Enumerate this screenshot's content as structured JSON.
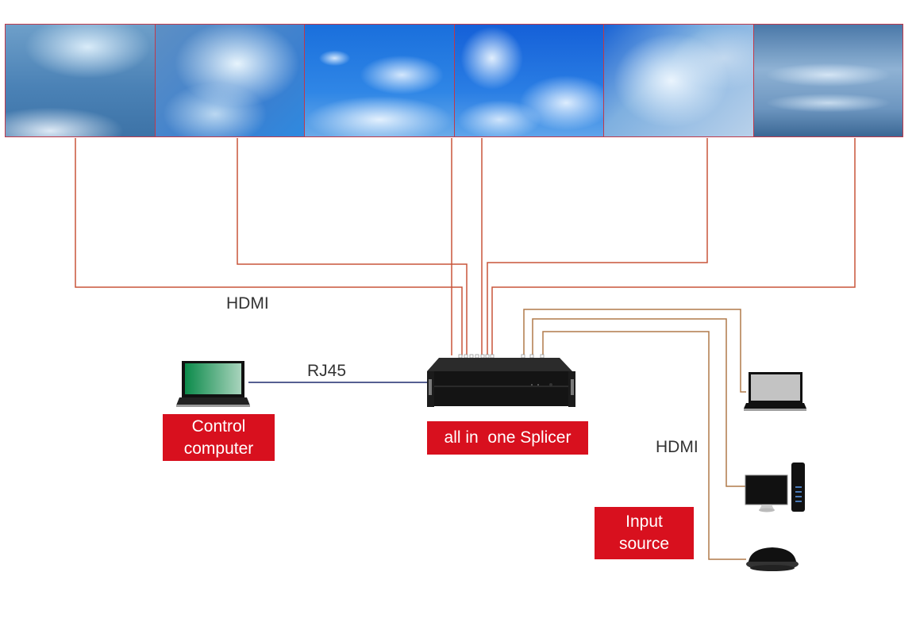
{
  "video_wall": {
    "panel_count": 6,
    "panels": [
      "sky-panel-1",
      "sky-panel-2",
      "sky-panel-3",
      "sky-panel-4",
      "sky-panel-5",
      "sky-panel-6"
    ]
  },
  "labels": {
    "hdmi_output": "HDMI",
    "rj45": "RJ45",
    "hdmi_input": "HDMI"
  },
  "boxes": {
    "control_computer": [
      "Control",
      "computer"
    ],
    "splicer": "all in  one Splicer",
    "input_source": [
      "Input",
      "source"
    ]
  },
  "devices": {
    "control_computer_icon": "laptop-icon",
    "splicer_icon": "rack-server-icon",
    "input_devices": [
      "laptop-icon",
      "desktop-computer-icon",
      "set-top-box-icon"
    ]
  },
  "colors": {
    "wire_output": "#c8553a",
    "wire_input": "#b07a4a",
    "wire_rj45": "#1f2a6e",
    "label_bg": "#d8101e",
    "panel_border": "#c0394a"
  }
}
